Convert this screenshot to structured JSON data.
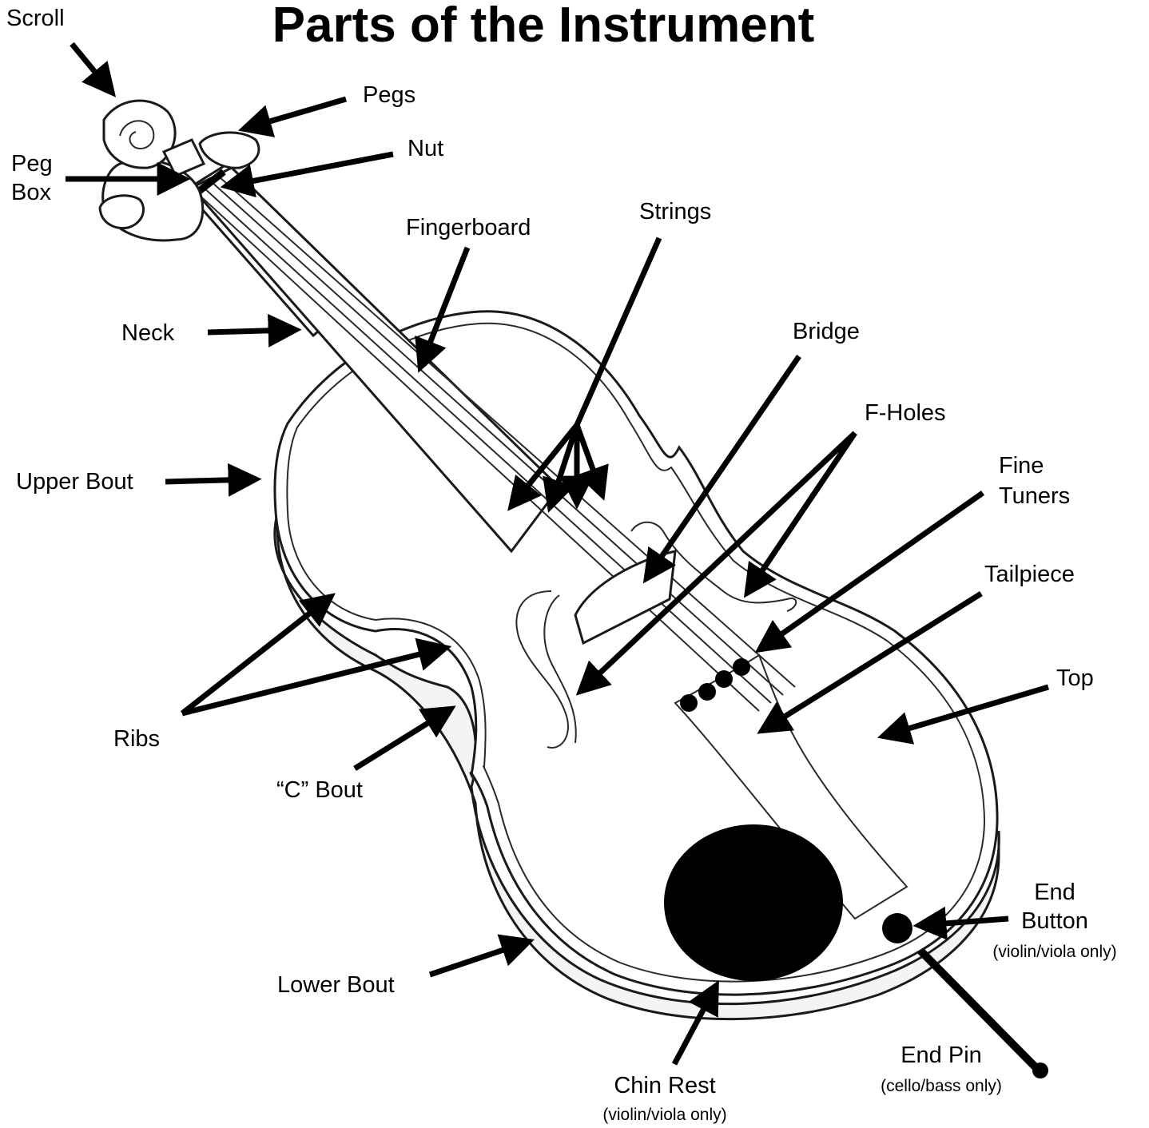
{
  "title": "Parts of the Instrument",
  "colors": {
    "ink": "#000000",
    "paper": "#ffffff"
  },
  "labels": {
    "scroll": "Scroll",
    "pegs": "Pegs",
    "peg_box_line1": "Peg",
    "peg_box_line2": "Box",
    "nut": "Nut",
    "fingerboard": "Fingerboard",
    "strings": "Strings",
    "neck": "Neck",
    "bridge": "Bridge",
    "f_holes": "F-Holes",
    "fine_tuners_line1": "Fine",
    "fine_tuners_line2": "Tuners",
    "upper_bout": "Upper Bout",
    "tailpiece": "Tailpiece",
    "top": "Top",
    "ribs": "Ribs",
    "c_bout": "“C” Bout",
    "end_button_line1": "End",
    "end_button_line2": "Button",
    "end_button_note": "(violin/viola only)",
    "lower_bout": "Lower Bout",
    "end_pin": "End Pin",
    "end_pin_note": "(cello/bass only)",
    "chin_rest": "Chin Rest",
    "chin_rest_note": "(violin/viola only)"
  }
}
